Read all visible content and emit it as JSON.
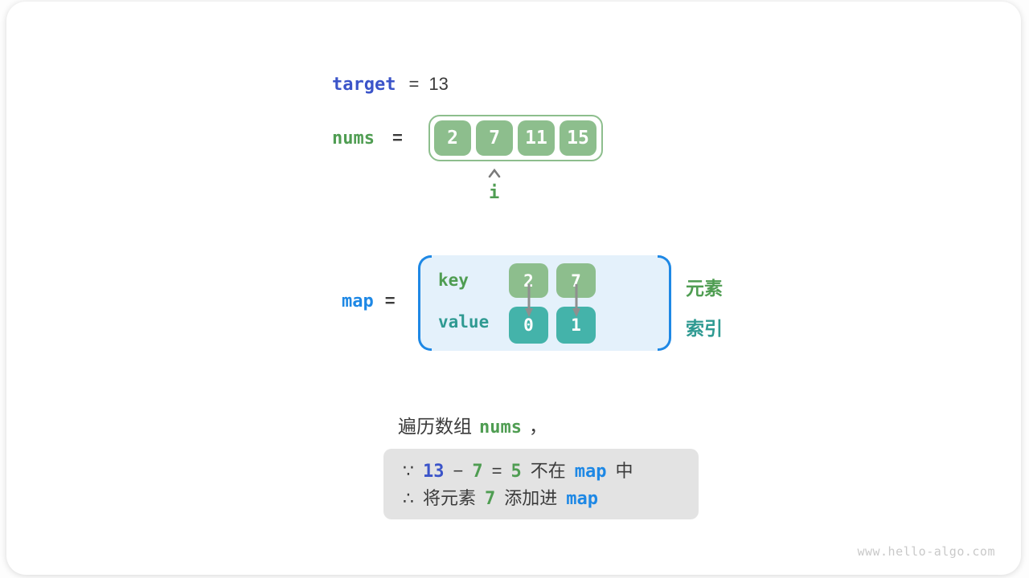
{
  "colors": {
    "royal_blue": "#3b54c9",
    "bright_blue": "#1e88e5",
    "green_text": "#4f9d52",
    "green_box": "#8dbe8d",
    "teal_text": "#2f9a92",
    "teal_box": "#44b3aa",
    "dark_text": "#3b3b3b",
    "map_container_bg": "#e4f1fb",
    "note_box_bg": "#e3e3e3"
  },
  "target_line": {
    "var": "target",
    "eq": "=",
    "value": "13"
  },
  "nums_line": {
    "var": "nums",
    "eq": "="
  },
  "nums_array": {
    "values": [
      "2",
      "7",
      "11",
      "15"
    ],
    "pointer": "i"
  },
  "map_line": {
    "var": "map",
    "eq": "="
  },
  "map_table": {
    "key_label": "key",
    "value_label": "value",
    "keys": [
      "2",
      "7"
    ],
    "values": [
      "0",
      "1"
    ],
    "element_label": "元素",
    "index_label": "索引"
  },
  "caption": {
    "prefix": "遍历数组",
    "code": "nums",
    "comma": "，"
  },
  "note": {
    "line1": {
      "s0": "∵",
      "s1": "13",
      "s2": "−",
      "s3": "7",
      "s4": "=",
      "s5": "5",
      "s6": "不在",
      "s7": "map",
      "s8": "中"
    },
    "line2": {
      "s0": "∴",
      "s1": "将元素",
      "s2": "7",
      "s3": "添加进",
      "s4": "map"
    }
  },
  "watermark": "www.hello-algo.com"
}
